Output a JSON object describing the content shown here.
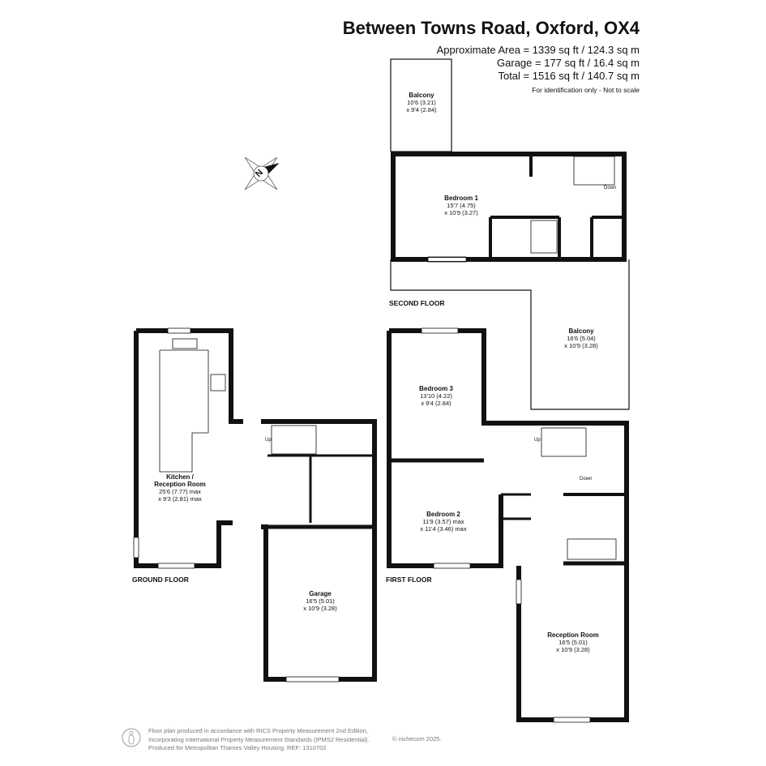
{
  "header": {
    "title": "Between Towns Road, Oxford, OX4",
    "approx_area": "Approximate Area = 1339 sq ft / 124.3 sq m",
    "garage_area": "Garage = 177 sq ft / 16.4 sq m",
    "total_area": "Total = 1516 sq ft / 140.7 sq m",
    "note": "For identification only - Not to scale"
  },
  "compass": {
    "label": "N"
  },
  "floors": {
    "second": {
      "label": "SECOND FLOOR",
      "rooms": [
        {
          "name": "Balcony",
          "dims1": "10'6 (3.21)",
          "dims2": "x 9'4 (2.84)"
        },
        {
          "name": "Bedroom 1",
          "dims1": "15'7 (4.75)",
          "dims2": "x 10'9 (3.27)"
        },
        {
          "name": "Balcony",
          "dims1": "16'6 (5.04)",
          "dims2": "x 10'9 (3.28)"
        }
      ],
      "stairs": "Down"
    },
    "ground": {
      "label": "GROUND FLOOR",
      "rooms": [
        {
          "name": "Kitchen /",
          "name2": "Reception Room",
          "dims1": "25'6 (7.77) max",
          "dims2": "x 9'3 (2.81) max"
        },
        {
          "name": "Garage",
          "dims1": "16'5 (5.01)",
          "dims2": "x 10'9 (3.28)"
        }
      ],
      "stairs": "Up"
    },
    "first": {
      "label": "FIRST FLOOR",
      "rooms": [
        {
          "name": "Bedroom 3",
          "dims1": "13'10 (4.22)",
          "dims2": "x 9'4 (2.84)"
        },
        {
          "name": "Bedroom 2",
          "dims1": "11'9 (3.57) max",
          "dims2": "x 11'4 (3.46) max"
        },
        {
          "name": "Reception Room",
          "dims1": "16'5 (5.01)",
          "dims2": "x 10'9 (3.28)"
        }
      ],
      "stairs_up": "Up",
      "stairs_down": "Down"
    }
  },
  "footer": {
    "line1": "Floor plan produced in accordance with RICS Property Measurement 2nd Edition,",
    "line2": "Incorporating International Property Measurement Standards (IPMS2 Residential).",
    "line3": "Produced for Metropolitan Thames Valley Housing.   REF: 1310702",
    "copyright": "© nichecom 2025."
  }
}
